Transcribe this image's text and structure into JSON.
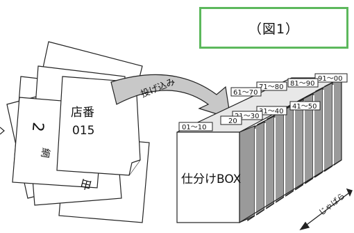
{
  "figure_label": "（図1）",
  "top_paper": {
    "line1": "店番",
    "line2": "015"
  },
  "background_fragments": [
    "2",
    "網",
    "由"
  ],
  "arrow_label": "投げ込み",
  "box_label": "仕分けBOX",
  "dimension_label": "じゃばら",
  "tabs": [
    "01〜10",
    "20",
    "21〜30",
    "31〜40",
    "41〜50",
    "61〜70",
    "71〜80",
    "81〜90",
    "91〜00"
  ]
}
